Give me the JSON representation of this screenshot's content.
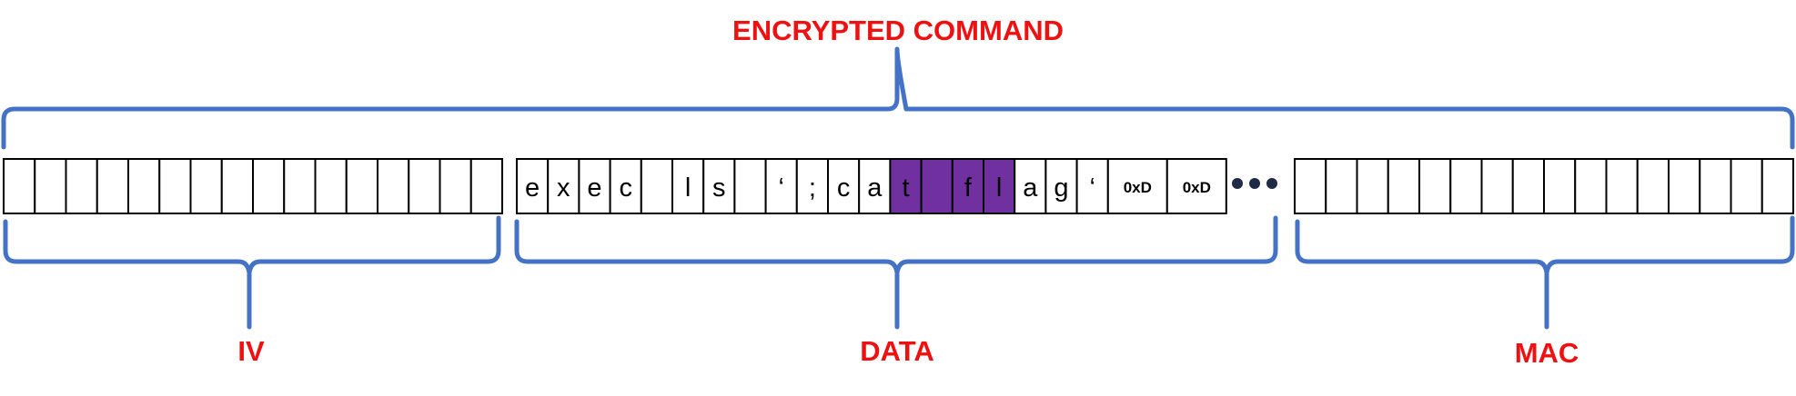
{
  "title": "ENCRYPTED COMMAND",
  "colors": {
    "label": "#ee1111",
    "brace": "#4472c4",
    "highlight": "#7030a0",
    "cell_border": "#000000",
    "ellipsis": "#1f2a44"
  },
  "segments": {
    "iv": {
      "label": "IV",
      "cell_count": 16
    },
    "data": {
      "label": "DATA",
      "cells": [
        {
          "text": "e",
          "highlight": false
        },
        {
          "text": "x",
          "highlight": false
        },
        {
          "text": "e",
          "highlight": false
        },
        {
          "text": "c",
          "highlight": false
        },
        {
          "text": "",
          "highlight": false
        },
        {
          "text": "l",
          "highlight": false
        },
        {
          "text": "s",
          "highlight": false
        },
        {
          "text": "",
          "highlight": false
        },
        {
          "text": "‘",
          "highlight": false
        },
        {
          "text": ";",
          "highlight": false
        },
        {
          "text": "c",
          "highlight": false
        },
        {
          "text": "a",
          "highlight": false
        },
        {
          "text": "t",
          "highlight": true
        },
        {
          "text": "",
          "highlight": true
        },
        {
          "text": "f",
          "highlight": true
        },
        {
          "text": "l",
          "highlight": true
        },
        {
          "text": "a",
          "highlight": false
        },
        {
          "text": "g",
          "highlight": false
        },
        {
          "text": "‘",
          "highlight": false
        },
        {
          "text": "0xD",
          "highlight": false,
          "wide": true
        },
        {
          "text": "0xD",
          "highlight": false,
          "wide": true
        }
      ],
      "ellipsis_icon": "ellipsis-icon"
    },
    "mac": {
      "label": "MAC",
      "cell_count": 16
    }
  }
}
